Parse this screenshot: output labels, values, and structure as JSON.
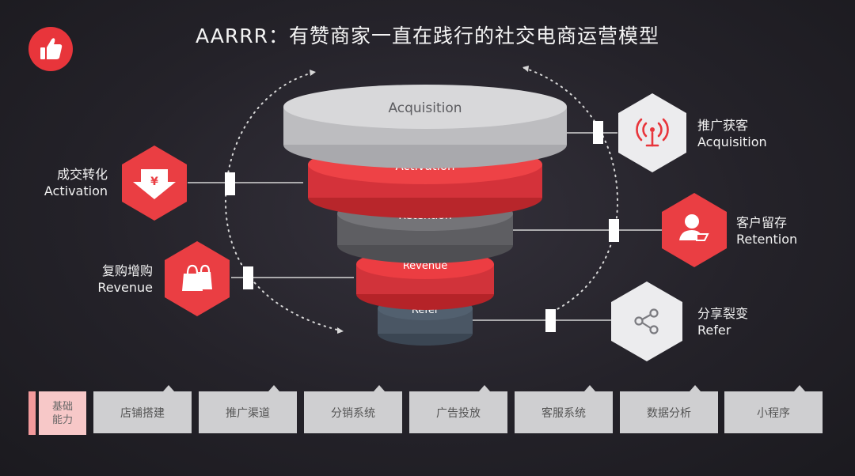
{
  "title": "AARRR：有赞商家一直在践行的社交电商运营模型",
  "funnel": [
    {
      "label": "Acquisition",
      "color": "#d4d4d6",
      "dark": "#a9a9ad",
      "text": "#5c5c60"
    },
    {
      "label": "Activation",
      "color": "#ee4246",
      "dark": "#b8262b",
      "text": "#ffffff"
    },
    {
      "label": "Retention",
      "color": "#707074",
      "dark": "#4f4f53",
      "text": "#ffffff"
    },
    {
      "label": "Revenue",
      "color": "#ec3d42",
      "dark": "#b52328",
      "text": "#ffffff"
    },
    {
      "label": "Refer",
      "color": "#52606f",
      "dark": "#3b4653",
      "text": "#ffffff"
    }
  ],
  "stages": {
    "acquisition": {
      "zh": "推广获客",
      "en": "Acquisition",
      "icon": "antenna-icon",
      "color": "#ececee"
    },
    "activation": {
      "zh": "成交转化",
      "en": "Activation",
      "icon": "yuan-download-icon",
      "color": "#ea3e43"
    },
    "retention": {
      "zh": "客户留存",
      "en": "Retention",
      "icon": "customer-icon",
      "color": "#ea3e43"
    },
    "revenue": {
      "zh": "复购增购",
      "en": "Revenue",
      "icon": "shopping-bag-icon",
      "color": "#ea3e43"
    },
    "refer": {
      "zh": "分享裂变",
      "en": "Refer",
      "icon": "share-icon",
      "color": "#ececee"
    }
  },
  "base": {
    "label": "基础\n能力"
  },
  "capabilities": [
    "店铺搭建",
    "推广渠道",
    "分销系统",
    "广告投放",
    "客服系统",
    "数据分析",
    "小程序"
  ],
  "colors": {
    "accent": "#e8353b",
    "background": "#27252b",
    "card": "#cfcfd1",
    "base_label": "#f7c8c8"
  }
}
